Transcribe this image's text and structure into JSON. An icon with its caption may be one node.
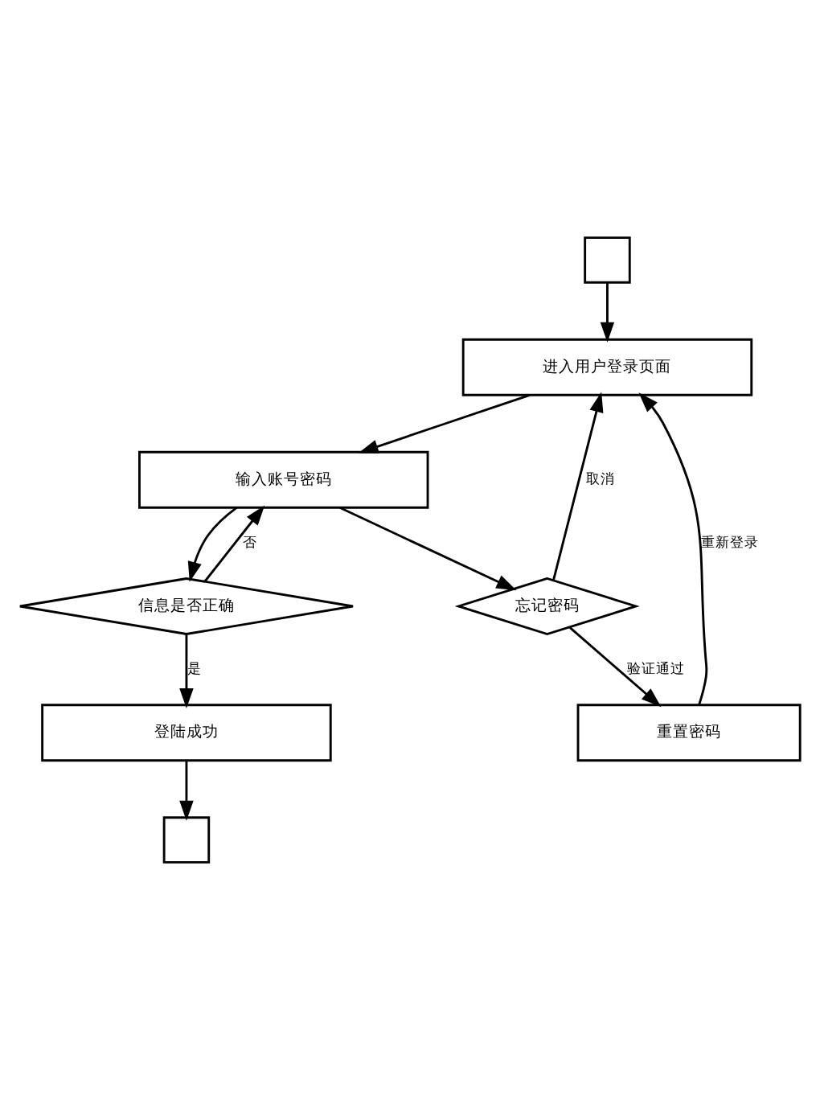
{
  "diagram": {
    "nodes": [
      {
        "text": [],
        "shape": "box"
      },
      {
        "text": [
          "进入用户登录页面"
        ]
      },
      {
        "text": [
          "输入账号密码"
        ]
      },
      {
        "text": [
          "信息是否正确"
        ]
      },
      {
        "text": [
          "忘记密码"
        ]
      },
      {
        "text": [
          "重置密码"
        ]
      },
      {
        "text": [
          "登陆成功"
        ]
      },
      {
        "text": [],
        "shape": "box"
      }
    ],
    "edges": [
      {
        "from": 0,
        "to": 1,
        "arrow": "to"
      },
      {
        "from": 1,
        "to": 2,
        "arrow": "to"
      },
      {
        "from": 2,
        "to": 3,
        "arrow": "to"
      },
      {
        "from": 2,
        "to": 4,
        "arrow": "to"
      },
      {
        "from": 3,
        "to": 2,
        "arrow": "to",
        "label": "否"
      },
      {
        "from": 3,
        "to": 6,
        "arrow": "to",
        "label": "是"
      },
      {
        "from": 4,
        "to": 1,
        "arrow": "to",
        "label": "取消"
      },
      {
        "from": 4,
        "to": 5,
        "arrow": "to",
        "label": "验证通过"
      },
      {
        "from": 5,
        "to": 1,
        "arrow": "to",
        "label": "重新登录"
      },
      {
        "from": 6,
        "to": 7,
        "arrow": "to"
      }
    ]
  }
}
